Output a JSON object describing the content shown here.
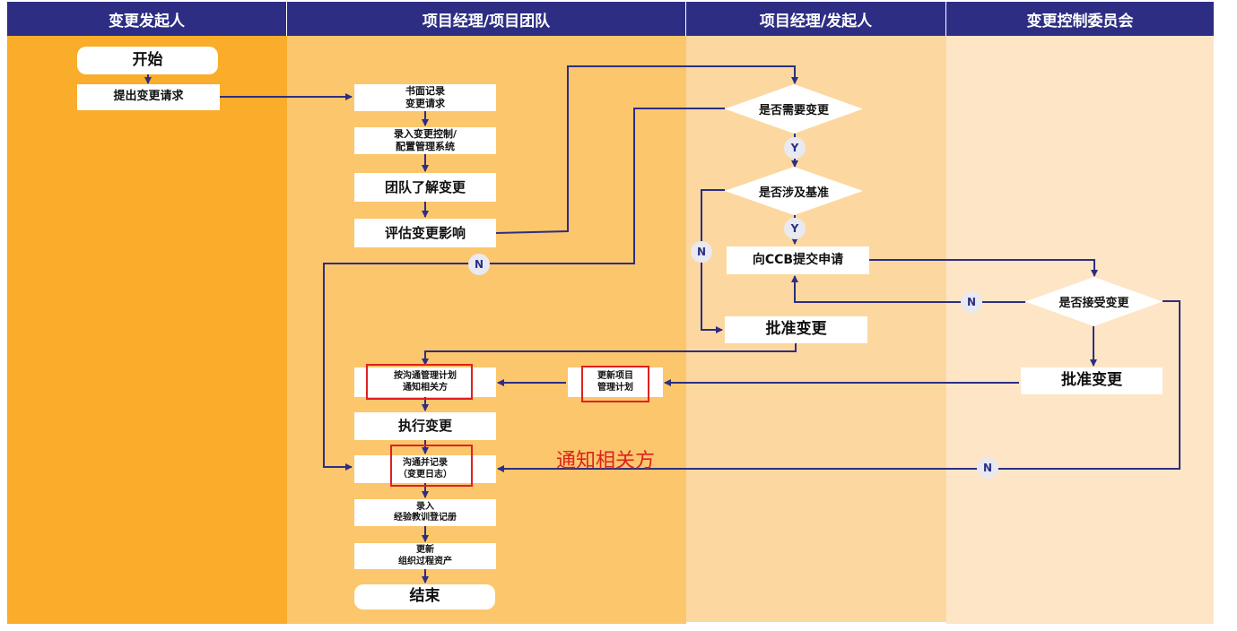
{
  "colors": {
    "header": "#2d2e83",
    "lane1": "#f9ad2a",
    "lane2": "#fbc66c",
    "lane3": "#fcd8a0",
    "lane4": "#fde5c6",
    "arrow": "#2d2e83",
    "highlight": "#e02020"
  },
  "lanes": [
    "变更发起人",
    "项目经理/项目团队",
    "项目经理/发起人",
    "变更控制委员会"
  ],
  "nodes": {
    "start": "开始",
    "submit": "提出变更请求",
    "record": "书面记录\n变更请求",
    "enter_system": "录入变更控制/\n配置管理系统",
    "team_understand": "团队了解变更",
    "assess": "评估变更影响",
    "need_change": "是否需要变更",
    "baseline": "是否涉及基准",
    "submit_ccb": "向CCB提交申请",
    "accept": "是否接受变更",
    "approve_pm": "批准变更",
    "approve_ccb": "批准变更",
    "notify": "按沟通管理计划\n通知相关方",
    "update_plan": "更新项目\n管理计划",
    "execute": "执行变更",
    "communicate": "沟通并记录\n（变更日志）",
    "lessons": "录入\n经验教训登记册",
    "update_assets": "更新\n组织过程资产",
    "end": "结束"
  },
  "labels": {
    "yes": "Y",
    "no": "N"
  },
  "annotation": "通知相关方"
}
